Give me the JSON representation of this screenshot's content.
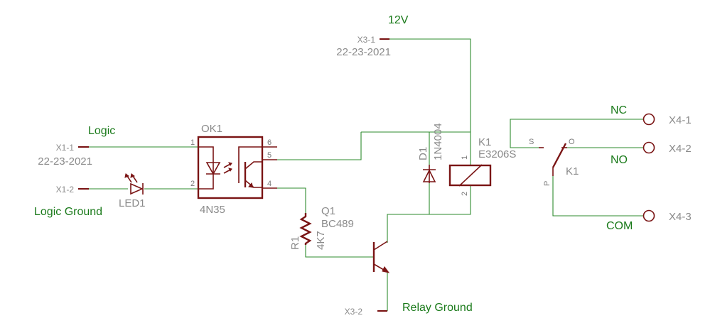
{
  "nets": {
    "v12": "12V",
    "logic": "Logic",
    "logic_ground": "Logic Ground",
    "relay_ground": "Relay Ground",
    "nc": "NC",
    "no": "NO",
    "com": "COM"
  },
  "connectors": {
    "x1_1": {
      "name": "X1-1",
      "value": "22-23-2021"
    },
    "x1_2": {
      "name": "X1-2"
    },
    "x3_1": {
      "name": "X3-1",
      "value": "22-23-2021"
    },
    "x3_2": {
      "name": "X3-2"
    },
    "x4_1": {
      "name": "X4-1"
    },
    "x4_2": {
      "name": "X4-2"
    },
    "x4_3": {
      "name": "X4-3"
    }
  },
  "parts": {
    "ok1": {
      "name": "OK1",
      "value": "4N35",
      "pins": [
        "1",
        "2",
        "4",
        "5",
        "6"
      ]
    },
    "led1": {
      "name": "LED1"
    },
    "d1": {
      "name": "D1",
      "value": "1N4004"
    },
    "k1": {
      "name": "K1",
      "value": "E3206S",
      "pins": [
        "1",
        "2"
      ]
    },
    "k1_switch": {
      "name": "K1",
      "s": "S",
      "o": "O",
      "p": "P"
    },
    "q1": {
      "name": "Q1",
      "value": "BC489"
    },
    "r1": {
      "name": "R1",
      "value": "4K7"
    }
  }
}
